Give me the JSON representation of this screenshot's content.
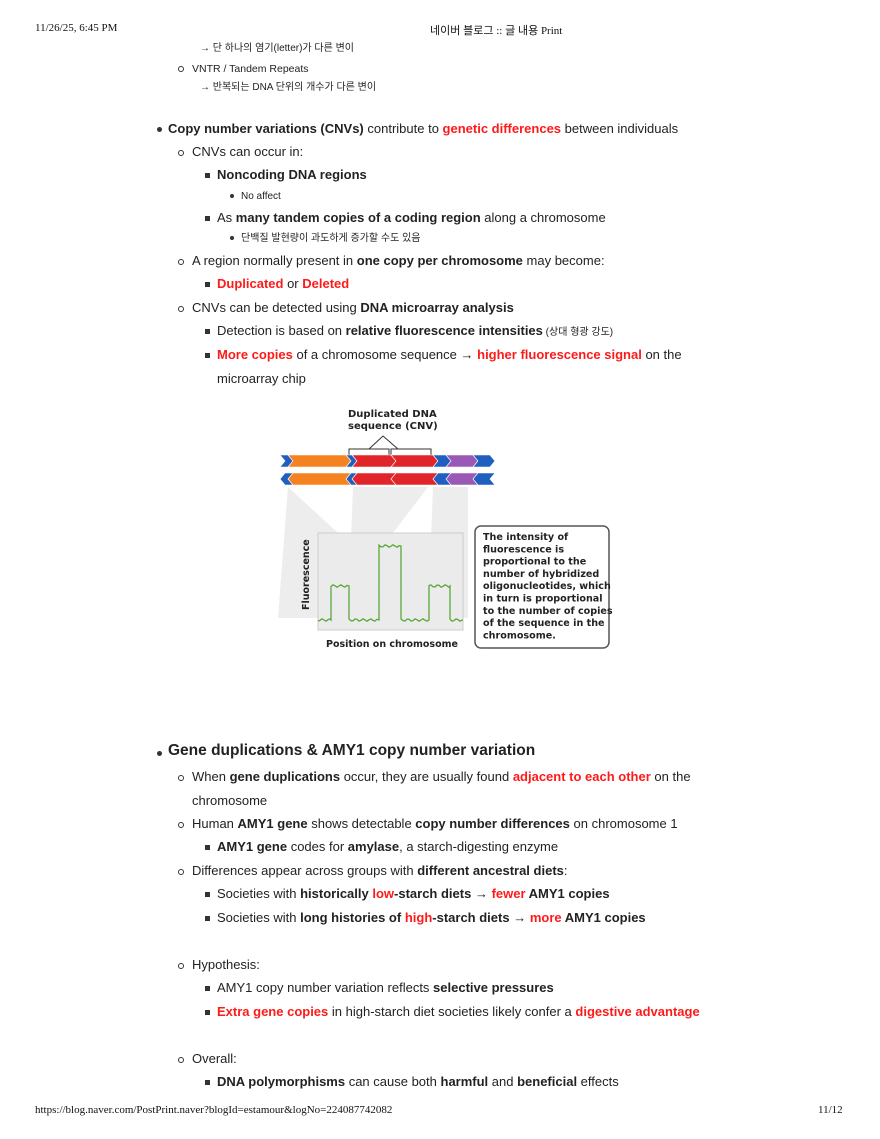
{
  "header": {
    "datetime": "11/26/25, 6:45 PM",
    "title": "네이버 블로그 :: 글 내용 Print"
  },
  "footer": {
    "url": "https://blog.naver.com/PostPrint.naver?blogId=estamour&logNo=224087742082",
    "page": "11/12"
  },
  "items": [
    {
      "level": 0,
      "segs": [
        {
          "t": "→ 단 하나의 염기(letter)가 다른 변이"
        }
      ]
    },
    {
      "level": 2,
      "segs": [
        {
          "t": "VNTR / Tandem Repeats"
        }
      ],
      "small": true
    },
    {
      "level": 0,
      "segs": [
        {
          "t": "→ 반복되는 DNA 단위의 개수가 다른 변이"
        }
      ]
    },
    {
      "level": 1,
      "segs": [
        {
          "t": "Copy number variations (CNVs)",
          "s": "b"
        },
        {
          "t": " contribute to "
        },
        {
          "t": "genetic differences",
          "s": "r"
        },
        {
          "t": " between individuals"
        }
      ]
    },
    {
      "level": 2,
      "segs": [
        {
          "t": "CNVs can occur in:"
        }
      ]
    },
    {
      "level": 3,
      "segs": [
        {
          "t": "Noncoding DNA regions",
          "s": "b"
        }
      ]
    },
    {
      "level": 4,
      "segs": [
        {
          "t": "No affect"
        }
      ]
    },
    {
      "level": 3,
      "segs": [
        {
          "t": "As "
        },
        {
          "t": "many tandem copies of a coding region",
          "s": "b"
        },
        {
          "t": " along a chromosome"
        }
      ]
    },
    {
      "level": 4,
      "segs": [
        {
          "t": "단백질 발현량이 과도하게 증가할 수도 있음"
        }
      ]
    },
    {
      "level": 2,
      "segs": [
        {
          "t": "A region normally present in "
        },
        {
          "t": "one copy per chromosome",
          "s": "b"
        },
        {
          "t": " may become:"
        }
      ]
    },
    {
      "level": 3,
      "segs": [
        {
          "t": "Duplicated",
          "s": "r"
        },
        {
          "t": " or "
        },
        {
          "t": "Deleted",
          "s": "r"
        }
      ]
    },
    {
      "level": 2,
      "segs": [
        {
          "t": "CNVs can be detected using "
        },
        {
          "t": "DNA microarray analysis",
          "s": "b"
        }
      ]
    },
    {
      "level": 3,
      "segs": [
        {
          "t": "Detection is based on "
        },
        {
          "t": "relative fluorescence intensities",
          "s": "b"
        },
        {
          "t": " (상대 형광 강도)",
          "s": "s"
        }
      ]
    },
    {
      "level": 3,
      "segs": [
        {
          "t": "More copies",
          "s": "r"
        },
        {
          "t": " of a chromosome sequence → "
        },
        {
          "t": "higher fluorescence signal",
          "s": "r"
        },
        {
          "t": " on the"
        }
      ]
    },
    {
      "level": 5,
      "segs": [
        {
          "t": "microarray chip"
        }
      ]
    },
    {
      "level": 1,
      "big": true,
      "segs": [
        {
          "t": "Gene duplications & AMY1 copy number variation"
        }
      ]
    },
    {
      "level": 2,
      "segs": [
        {
          "t": "When "
        },
        {
          "t": "gene duplications",
          "s": "b"
        },
        {
          "t": " occur, they are usually found "
        },
        {
          "t": "adjacent to each other",
          "s": "r"
        },
        {
          "t": " on the"
        }
      ]
    },
    {
      "level": 6,
      "segs": [
        {
          "t": "chromosome"
        }
      ]
    },
    {
      "level": 2,
      "segs": [
        {
          "t": "Human "
        },
        {
          "t": "AMY1 gene",
          "s": "b"
        },
        {
          "t": " shows detectable "
        },
        {
          "t": "copy number differences",
          "s": "b"
        },
        {
          "t": " on chromosome 1"
        }
      ]
    },
    {
      "level": 3,
      "segs": [
        {
          "t": "AMY1 gene",
          "s": "b"
        },
        {
          "t": " codes for "
        },
        {
          "t": "amylase",
          "s": "b"
        },
        {
          "t": ", a starch-digesting enzyme"
        }
      ]
    },
    {
      "level": 2,
      "segs": [
        {
          "t": "Differences appear across groups with "
        },
        {
          "t": "different ancestral diets",
          "s": "b"
        },
        {
          "t": ":"
        }
      ]
    },
    {
      "level": 3,
      "segs": [
        {
          "t": "Societies with "
        },
        {
          "t": "historically ",
          "s": "b"
        },
        {
          "t": "low",
          "s": "r"
        },
        {
          "t": "-starch diets",
          "s": "b"
        },
        {
          "t": " → "
        },
        {
          "t": "fewer",
          "s": "r"
        },
        {
          "t": " AMY1 copies",
          "s": "b"
        }
      ]
    },
    {
      "level": 3,
      "segs": [
        {
          "t": "Societies with "
        },
        {
          "t": "long histories of ",
          "s": "b"
        },
        {
          "t": "high",
          "s": "r"
        },
        {
          "t": "-starch diets",
          "s": "b"
        },
        {
          "t": " → "
        },
        {
          "t": "more",
          "s": "r"
        },
        {
          "t": " AMY1 copies",
          "s": "b"
        }
      ]
    },
    {
      "level": 2,
      "segs": [
        {
          "t": "Hypothesis:"
        }
      ]
    },
    {
      "level": 3,
      "segs": [
        {
          "t": "AMY1 copy number variation reflects "
        },
        {
          "t": "selective pressures",
          "s": "b"
        }
      ]
    },
    {
      "level": 3,
      "segs": [
        {
          "t": "Extra gene copies",
          "s": "r"
        },
        {
          "t": " in high-starch diet societies likely confer a "
        },
        {
          "t": "digestive advantage",
          "s": "r"
        }
      ]
    },
    {
      "level": 2,
      "segs": [
        {
          "t": "Overall:"
        }
      ]
    },
    {
      "level": 3,
      "segs": [
        {
          "t": "DNA polymorphisms",
          "s": "b"
        },
        {
          "t": " can cause both "
        },
        {
          "t": "harmful",
          "s": "b"
        },
        {
          "t": " and "
        },
        {
          "t": "beneficial",
          "s": "b"
        },
        {
          "t": " effects"
        }
      ]
    }
  ],
  "figure": {
    "label_line1": "Duplicated DNA",
    "label_line2": "sequence (CNV)",
    "y_axis": "Fluorescence",
    "x_axis": "Position on chromosome",
    "callout": [
      "The intensity of",
      "fluorescence is",
      "proportional to the",
      "number of hybridized",
      "oligonucleotides, which",
      "in turn is proportional",
      "to the number of copies",
      "of the sequence in the",
      "chromosome."
    ],
    "colors": {
      "blue": "#1f5fbf",
      "orange": "#f58220",
      "red": "#e0262a",
      "purple": "#9b59b6",
      "trace": "#5aa83a"
    }
  }
}
